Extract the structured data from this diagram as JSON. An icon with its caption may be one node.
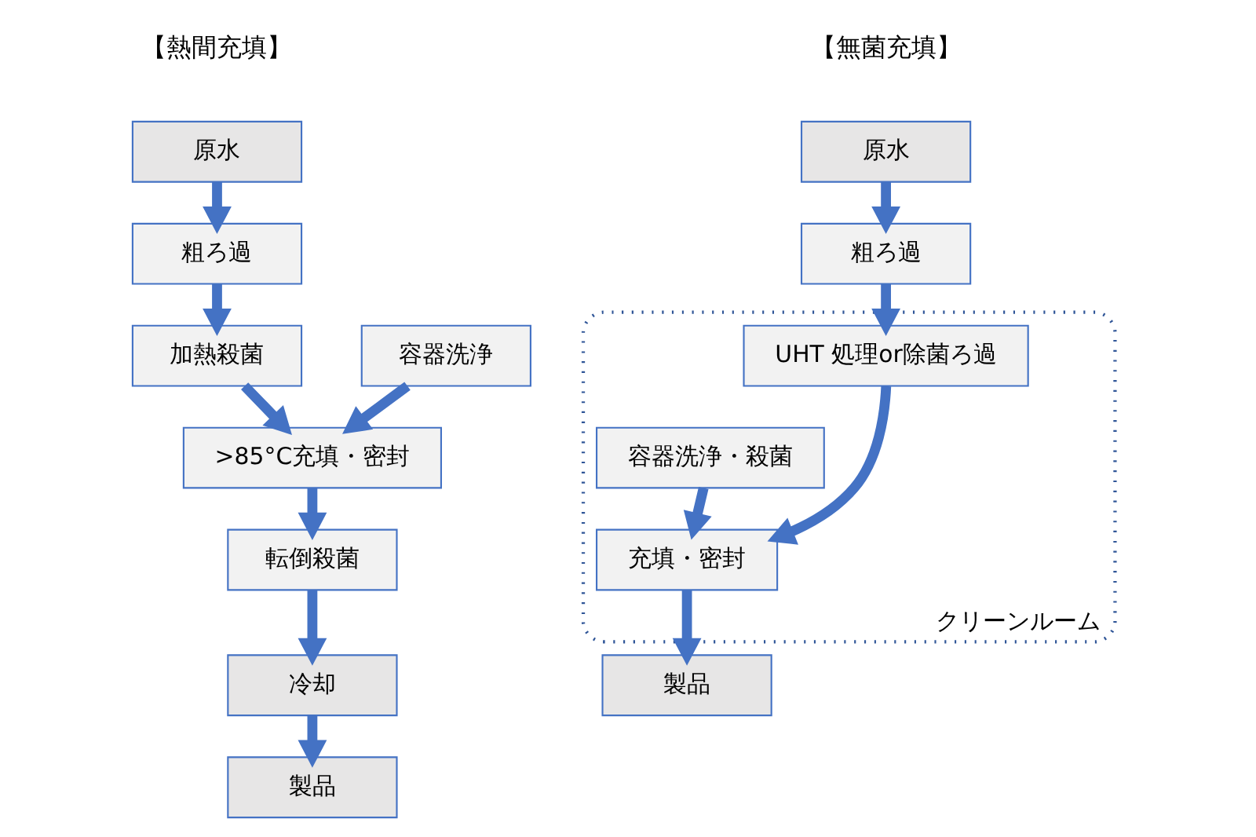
{
  "diagram": {
    "nodes": [
      {
        "text": [
          "原水"
        ]
      },
      {
        "text": [
          "粗ろ過"
        ]
      },
      {
        "text": [
          "加熱殺菌"
        ]
      },
      {
        "text": [
          "容器洗浄"
        ]
      },
      {
        "text": [
          ">85°C充填・密封"
        ]
      },
      {
        "text": [
          "転倒殺菌"
        ]
      },
      {
        "text": [
          "冷却"
        ]
      },
      {
        "text": [
          "製品"
        ]
      },
      {
        "text": [
          "原水"
        ]
      },
      {
        "text": [
          "粗ろ過"
        ]
      },
      {
        "text": [
          "クリーンルーム"
        ]
      },
      {
        "text": [
          "UHT 処理or除菌ろ過"
        ],
        "in": 10
      },
      {
        "text": [
          "容器洗浄・殺菌"
        ],
        "in": 10
      },
      {
        "text": [
          "充填・密封"
        ],
        "in": 10
      },
      {
        "text": [
          "製品"
        ]
      }
    ],
    "edges": [
      {
        "from": 0,
        "to": 1,
        "arrow": "to"
      },
      {
        "from": 1,
        "to": 2,
        "arrow": "to"
      },
      {
        "from": 2,
        "to": 4,
        "arrow": "to"
      },
      {
        "from": 3,
        "to": 4,
        "arrow": "to"
      },
      {
        "from": 4,
        "to": 5,
        "arrow": "to"
      },
      {
        "from": 5,
        "to": 6,
        "arrow": "to"
      },
      {
        "from": 6,
        "to": 7,
        "arrow": "to"
      },
      {
        "from": 8,
        "to": 9,
        "arrow": "to"
      },
      {
        "from": 9,
        "to": 11,
        "arrow": "to"
      },
      {
        "from": 11,
        "to": 13,
        "arrow": "to"
      },
      {
        "from": 12,
        "to": 13,
        "arrow": "to"
      },
      {
        "from": 13,
        "to": 14,
        "arrow": "to"
      }
    ],
    "labels": [
      "【熱間充填】",
      "【無菌充填】"
    ]
  }
}
